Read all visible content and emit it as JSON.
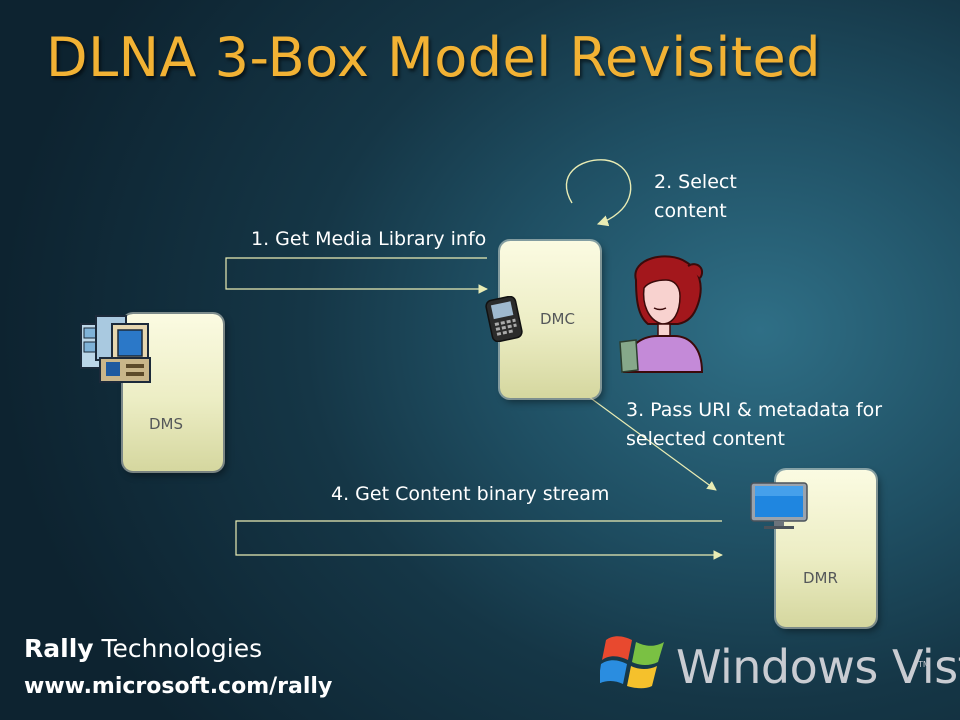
{
  "slide": {
    "title": "DLNA 3-Box Model Revisited"
  },
  "boxes": {
    "dms": "DMS",
    "dmc": "DMC",
    "dmr": "DMR"
  },
  "steps": {
    "step1": "1. Get Media Library info",
    "step2_line1": "2. Select",
    "step2_line2": "content",
    "step3_line1": "3. Pass URI & metadata for",
    "step3_line2": "selected content",
    "step4": "4. Get Content binary stream"
  },
  "footer": {
    "brand_bold": "Rally",
    "brand_rest": " Technologies",
    "url": "www.microsoft.com/rally",
    "logo_text": "Windows Vista",
    "logo_tm": "TM"
  },
  "colors": {
    "title": "#f2b234",
    "arrow": "#e9ecb4"
  }
}
